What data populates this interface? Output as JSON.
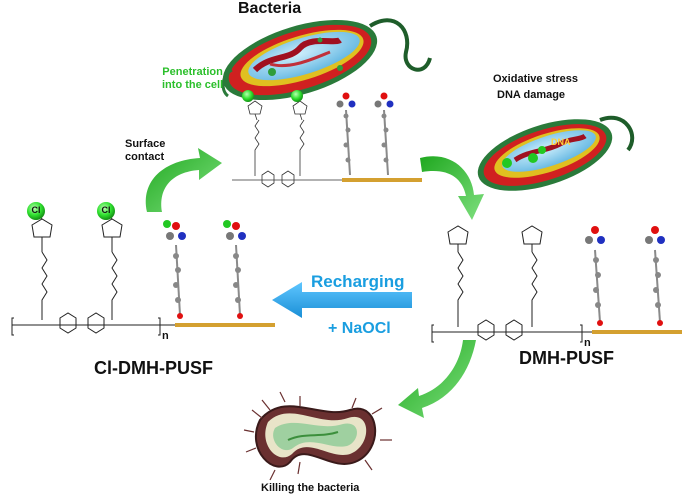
{
  "title": "Bacteria",
  "labels": {
    "penetration": "Penetration\ninto the cell",
    "surface_contact": "Surface\ncontact",
    "oxidative_stress": "Oxidative stress",
    "dna_damage": "DNA damage",
    "dna_tag": "DNA",
    "recharging": "Recharging",
    "naocl": "+ NaOCl",
    "cl_dmh_pusf": "Cl-DMH-PUSF",
    "dmh_pusf": "DMH-PUSF",
    "killing": "Killing the bacteria",
    "cl": "Cl",
    "repeat_n": "n"
  },
  "colors": {
    "arrow_green": "#3cc83c",
    "arrow_blue": "#1a9ee0",
    "substrate": "#d4a030",
    "cl_ball": "#2ee02e",
    "bacteria_outer": "#2a7a3a",
    "bacteria_wall": "#d02020",
    "bacteria_inner": "#8fd0f0",
    "dna": "#a01020",
    "oxygen": "#e01010",
    "nitrogen": "#2030c0"
  },
  "icons": [
    "bacterium-icon",
    "damaged-bacterium-icon",
    "dead-bacterium-icon",
    "chlorine-atom-icon"
  ]
}
